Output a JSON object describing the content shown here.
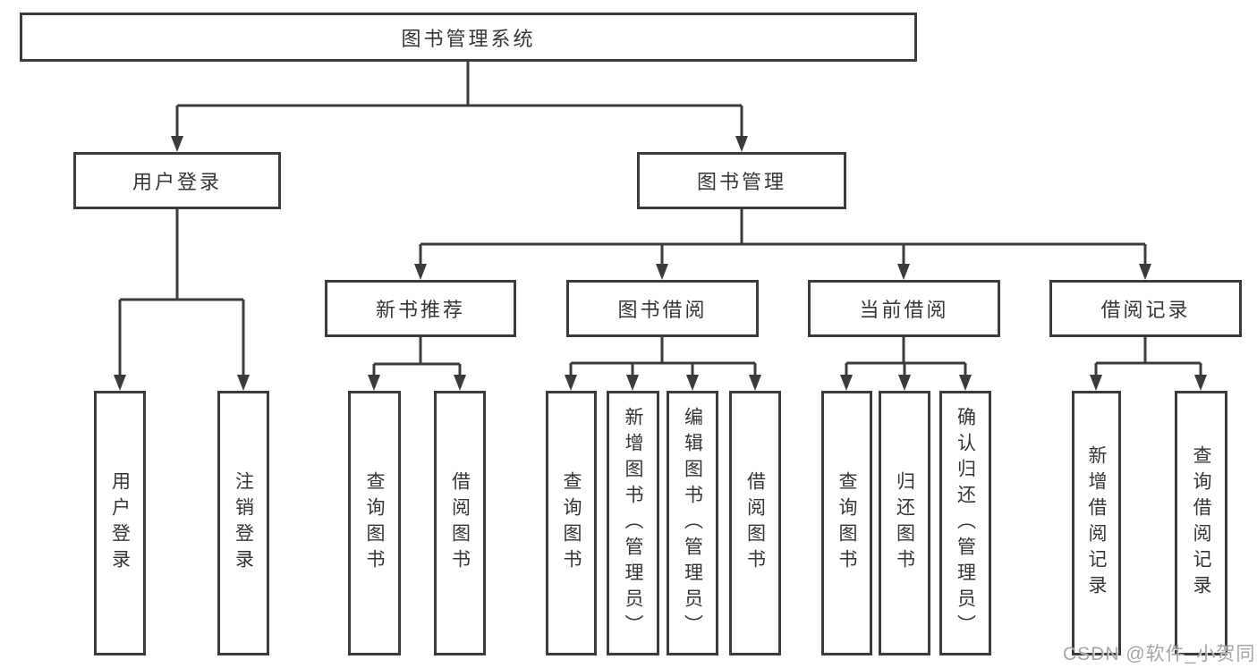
{
  "tree": {
    "label": "图书管理系统",
    "children": [
      {
        "label": "用户登录",
        "children": [
          {
            "label": "用户登录"
          },
          {
            "label": "注销登录"
          }
        ]
      },
      {
        "label": "图书管理",
        "children": [
          {
            "label": "新书推荐",
            "children": [
              {
                "label": "查询图书"
              },
              {
                "label": "借阅图书"
              }
            ]
          },
          {
            "label": "图书借阅",
            "children": [
              {
                "label": "查询图书"
              },
              {
                "label": "新增图书（管理员）"
              },
              {
                "label": "编辑图书（管理员）"
              },
              {
                "label": "借阅图书"
              }
            ]
          },
          {
            "label": "当前借阅",
            "children": [
              {
                "label": "查询图书"
              },
              {
                "label": "归还图书"
              },
              {
                "label": "确认归还（管理员）"
              }
            ]
          },
          {
            "label": "借阅记录",
            "children": [
              {
                "label": "新增借阅记录"
              },
              {
                "label": "查询借阅记录"
              }
            ]
          }
        ]
      }
    ]
  },
  "watermark": {
    "text": "CSDN @软件_小贺同学"
  },
  "colors": {
    "line": "#3b3b3b",
    "text": "#353535",
    "background": "#ffffff",
    "watermark": "#9e9e9e"
  }
}
